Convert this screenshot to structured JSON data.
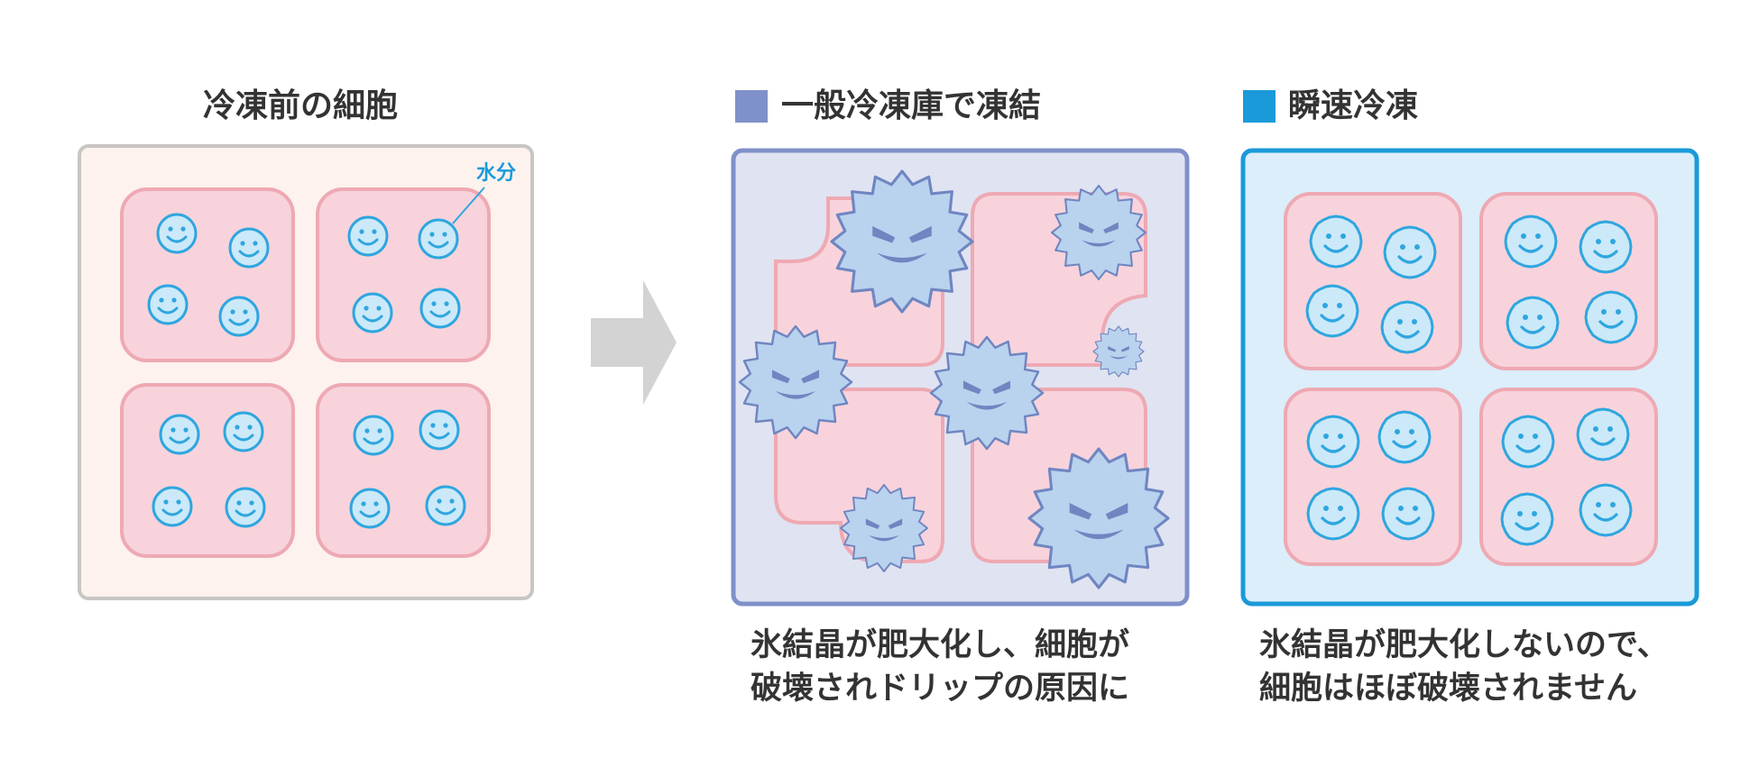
{
  "panels": {
    "before": {
      "title": "冷凍前の細胞",
      "water_label": "水分"
    },
    "normal": {
      "title": "一般冷凍庫で凍結",
      "caption_line1": "氷結晶が肥大化し、細胞が",
      "caption_line2": "破壊されドリップの原因に"
    },
    "instant": {
      "title": "瞬速冷凍",
      "caption_line1": "氷結晶が肥大化しないので、",
      "caption_line2": "細胞はほぼ破壊されません"
    }
  },
  "colors": {
    "before_border": "#c8c6c4",
    "before_bg": "#fdf2ee",
    "normal_accent": "#7f91c8",
    "normal_bg": "#e0e3f1",
    "instant_accent": "#1a9ad9",
    "instant_bg": "#dbeefa",
    "cell_fill": "#f8d3dc",
    "cell_border": "#eea9b3",
    "water_fill": "#cbe9f8",
    "water_stroke": "#2fa6df",
    "ice_fill": "#b9d2ee",
    "ice_stroke": "#6f86c1",
    "arrow": "#d3d3d3"
  },
  "icons": [
    "right-arrow-icon",
    "smiley-water-icon",
    "angry-ice-crystal-icon"
  ]
}
